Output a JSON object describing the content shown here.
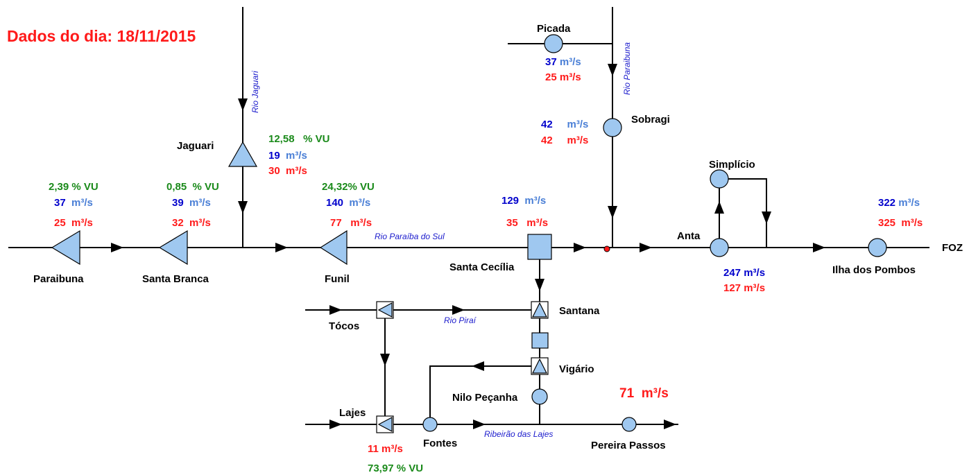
{
  "title": "Dados do dia: 18/11/2015",
  "unit": "m³/s",
  "vu_unit": "% VU",
  "colors": {
    "title": "#ff1a1a",
    "vu": "#1a8a1a",
    "flow_blue": "#0000cc",
    "unit_blue": "#4a7fd6",
    "flow_red": "#ff1a1a",
    "node_fill": "#9fc8f0",
    "river_label": "#1a1acc"
  },
  "rivers": {
    "jaguari": "Rio Jaguari",
    "paraibuna": "Rio Paraibuna",
    "paraiba": "Rio Paraíba do Sul",
    "pirai": "Rio Piraí",
    "lajes": "Ribeirão das Lajes"
  },
  "stations": {
    "paraibuna": {
      "name": "Paraibuna",
      "vu": "2,39",
      "blue": "37",
      "red": "25"
    },
    "santa_branca": {
      "name": "Santa Branca",
      "vu": "0,85",
      "blue": "39",
      "red": "32"
    },
    "jaguari": {
      "name": "Jaguari",
      "vu": "12,58",
      "blue": "19",
      "red": "30"
    },
    "funil": {
      "name": "Funil",
      "vu": "24,32",
      "blue": "140",
      "red": "77"
    },
    "santa_cecilia": {
      "name": "Santa Cecília",
      "blue": "129",
      "red": "35"
    },
    "picada": {
      "name": "Picada",
      "blue": "37",
      "red": "25"
    },
    "sobragi": {
      "name": "Sobragi",
      "blue": "42",
      "red": "42"
    },
    "simplicio": {
      "name": "Simplício"
    },
    "anta": {
      "name": "Anta",
      "blue": "247",
      "red": "127"
    },
    "ilha_pombos": {
      "name": "Ilha dos Pombos",
      "blue": "322",
      "red": "325"
    },
    "foz": {
      "name": "FOZ"
    },
    "tocos": {
      "name": "Tócos"
    },
    "santana": {
      "name": "Santana"
    },
    "vigario": {
      "name": "Vigário"
    },
    "nilo_pecanha": {
      "name": "Nilo Peçanha"
    },
    "lajes": {
      "name": "Lajes",
      "red": "11",
      "vu": "73,97"
    },
    "fontes": {
      "name": "Fontes"
    },
    "pereira_passos": {
      "name": "Pereira Passos",
      "flow": "71"
    }
  }
}
